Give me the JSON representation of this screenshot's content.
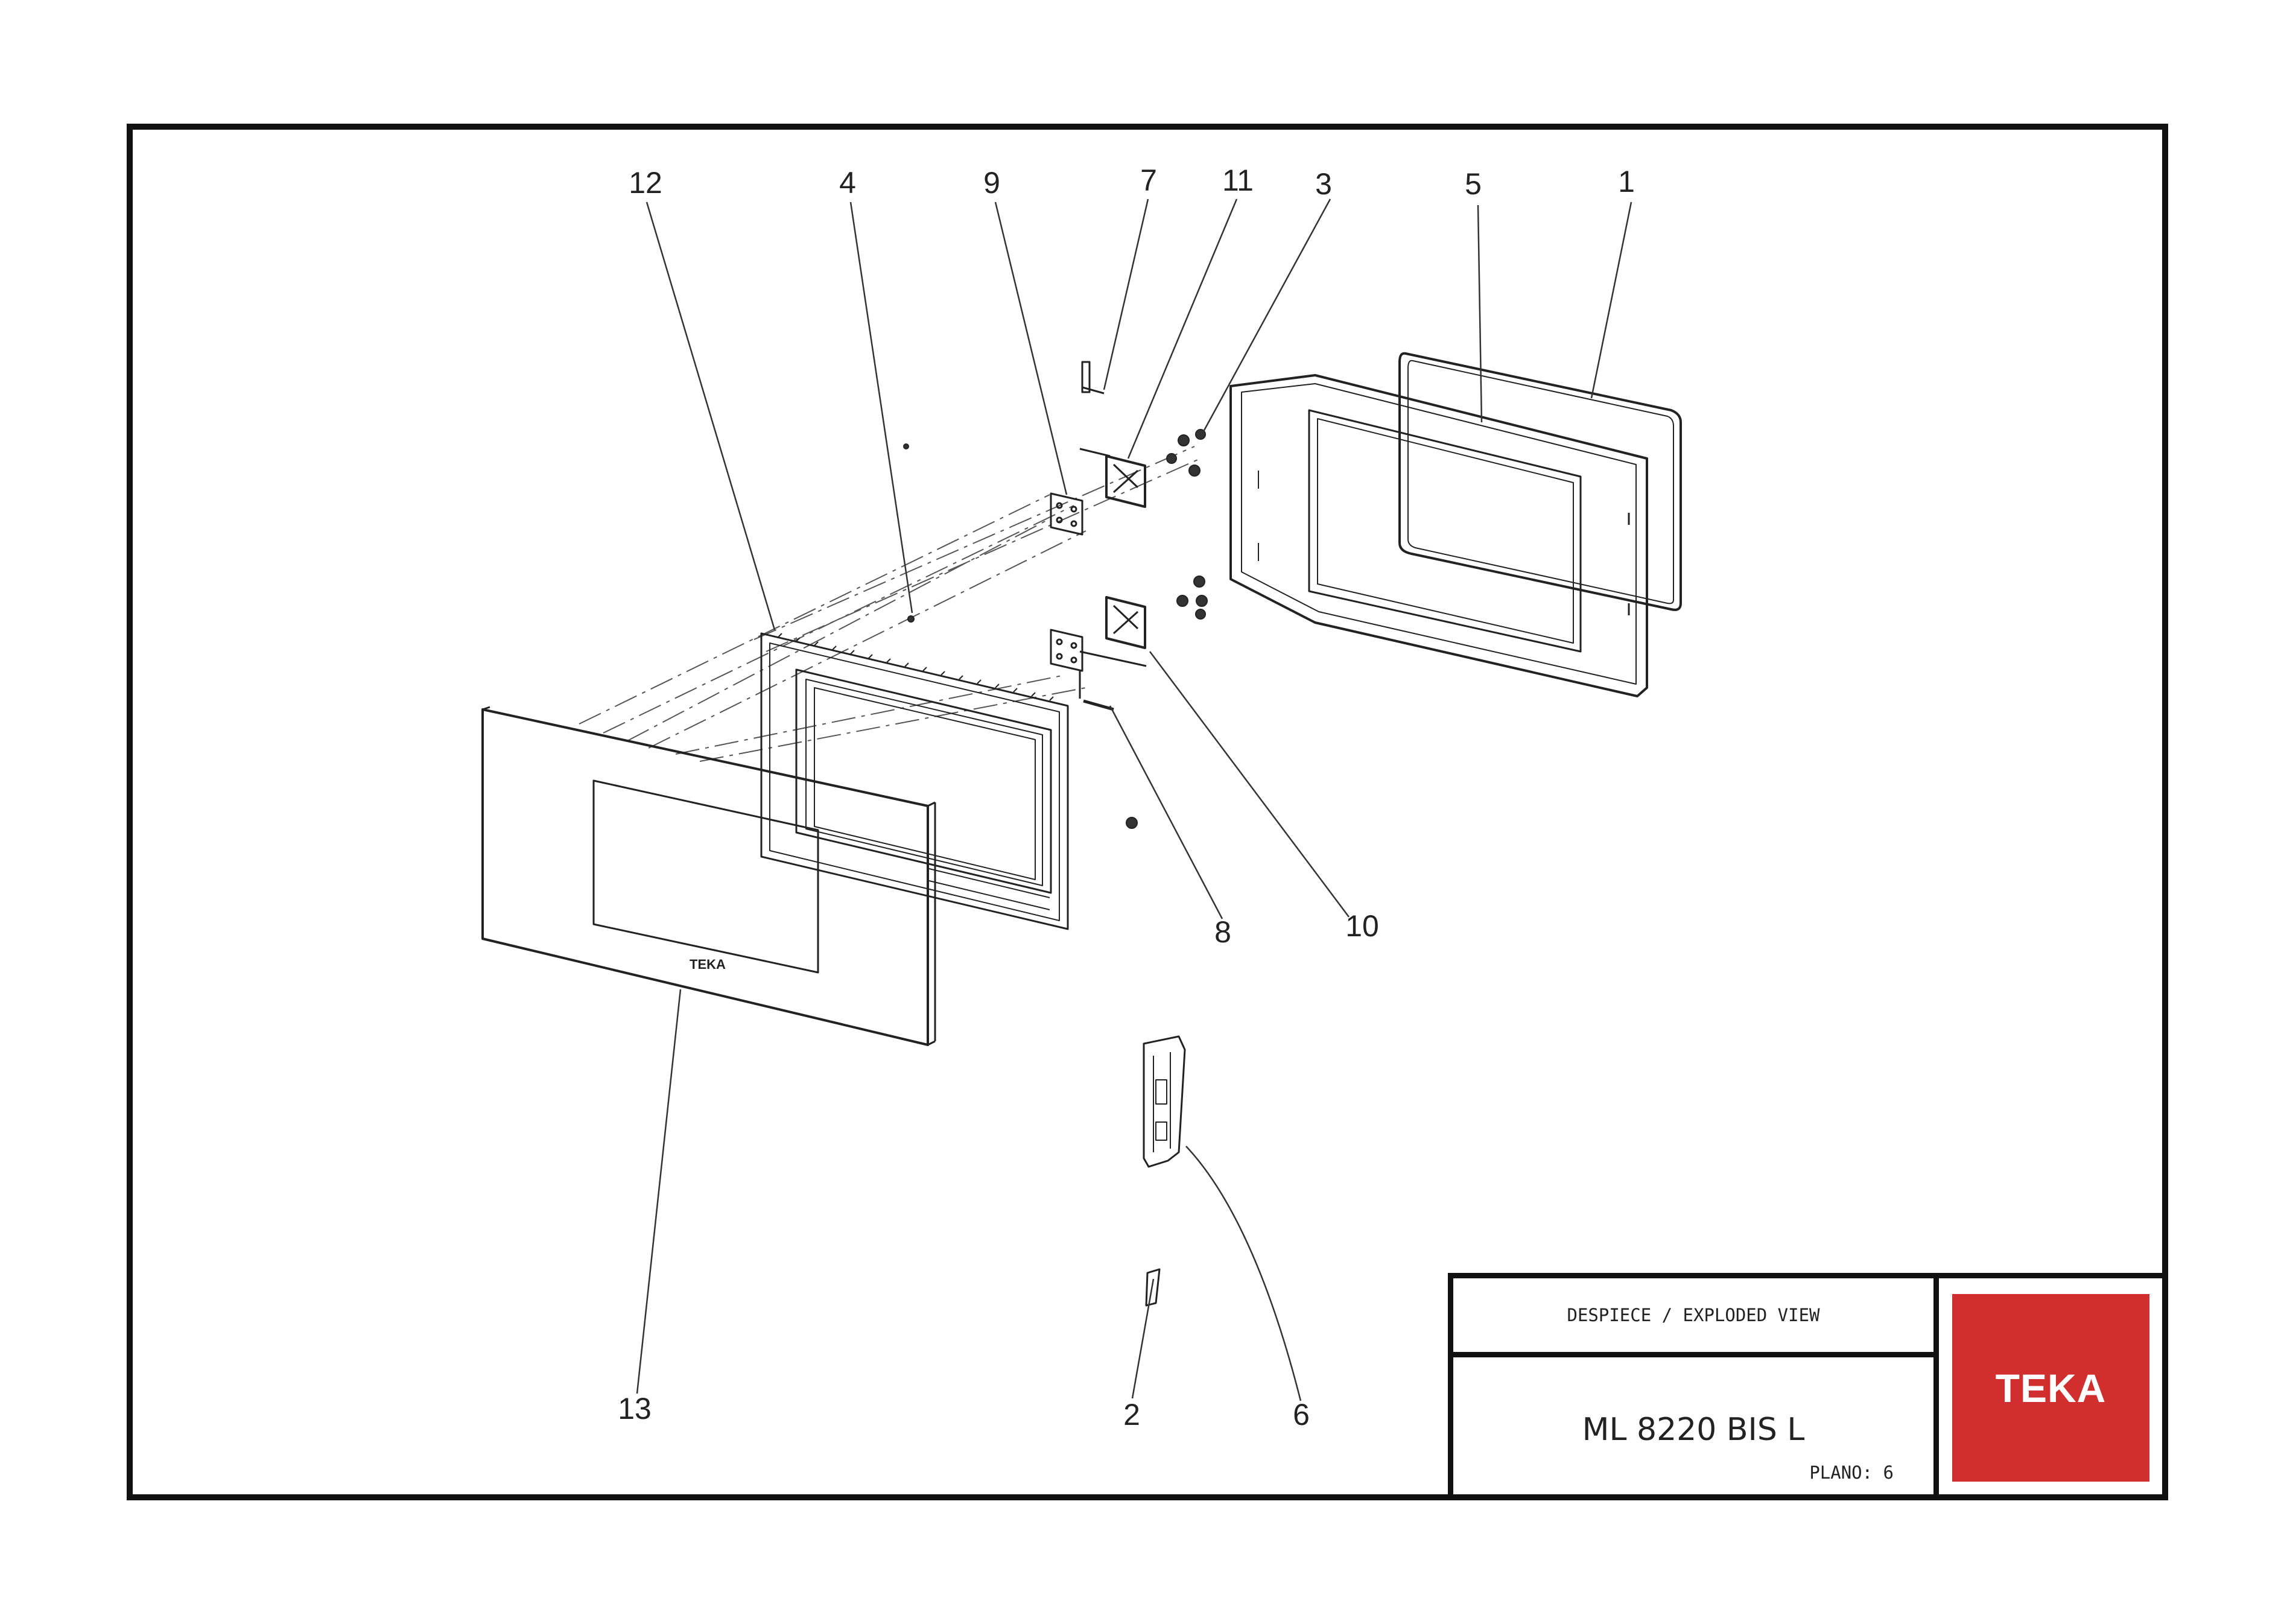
{
  "callouts": {
    "c1": "1",
    "c2": "2",
    "c3": "3",
    "c4": "4",
    "c5": "5",
    "c6": "6",
    "c7": "7",
    "c8": "8",
    "c9": "9",
    "c10": "10",
    "c11": "11",
    "c12": "12",
    "c13": "13"
  },
  "door_brand": "TEKA",
  "title_block": {
    "heading": "DESPIECE / EXPLODED VIEW",
    "model": "ML 8220 BIS L",
    "plano": "PLANO: 6",
    "logo_text": "TEKA",
    "logo_color": "#d12f2f"
  }
}
